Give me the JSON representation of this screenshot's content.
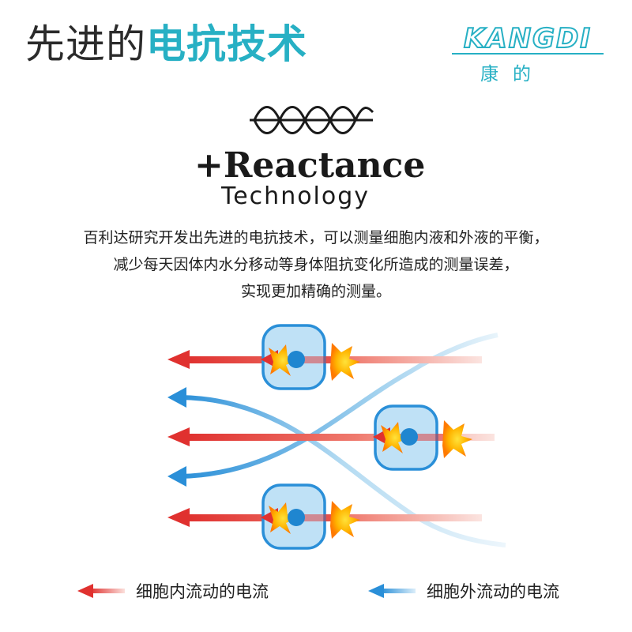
{
  "heading": {
    "plain": "先进的",
    "accent": "电抗技术"
  },
  "brand": {
    "latin": "KANGDI",
    "chinese": "康的",
    "color": "#27b0c4"
  },
  "tech_logo": {
    "line1": "+Reactance",
    "line2": "Technology"
  },
  "description": {
    "line1": "百利达研究开发出先进的电抗技术，可以测量细胞内液和外液的平衡，",
    "line2": "减少每天因体内水分移动等身体阻抗变化所造成的测量误差，",
    "line3": "实现更加精确的测量。"
  },
  "legend": {
    "intracellular": {
      "label": "细胞内流动的电流",
      "color": "#e0312f"
    },
    "extracellular": {
      "label": "细胞外流动的电流",
      "color": "#2a8fd8"
    }
  },
  "icons": {
    "cell": "cell-icon",
    "spark": "spark-burst-icon",
    "wave": "sine-wave-icon"
  }
}
